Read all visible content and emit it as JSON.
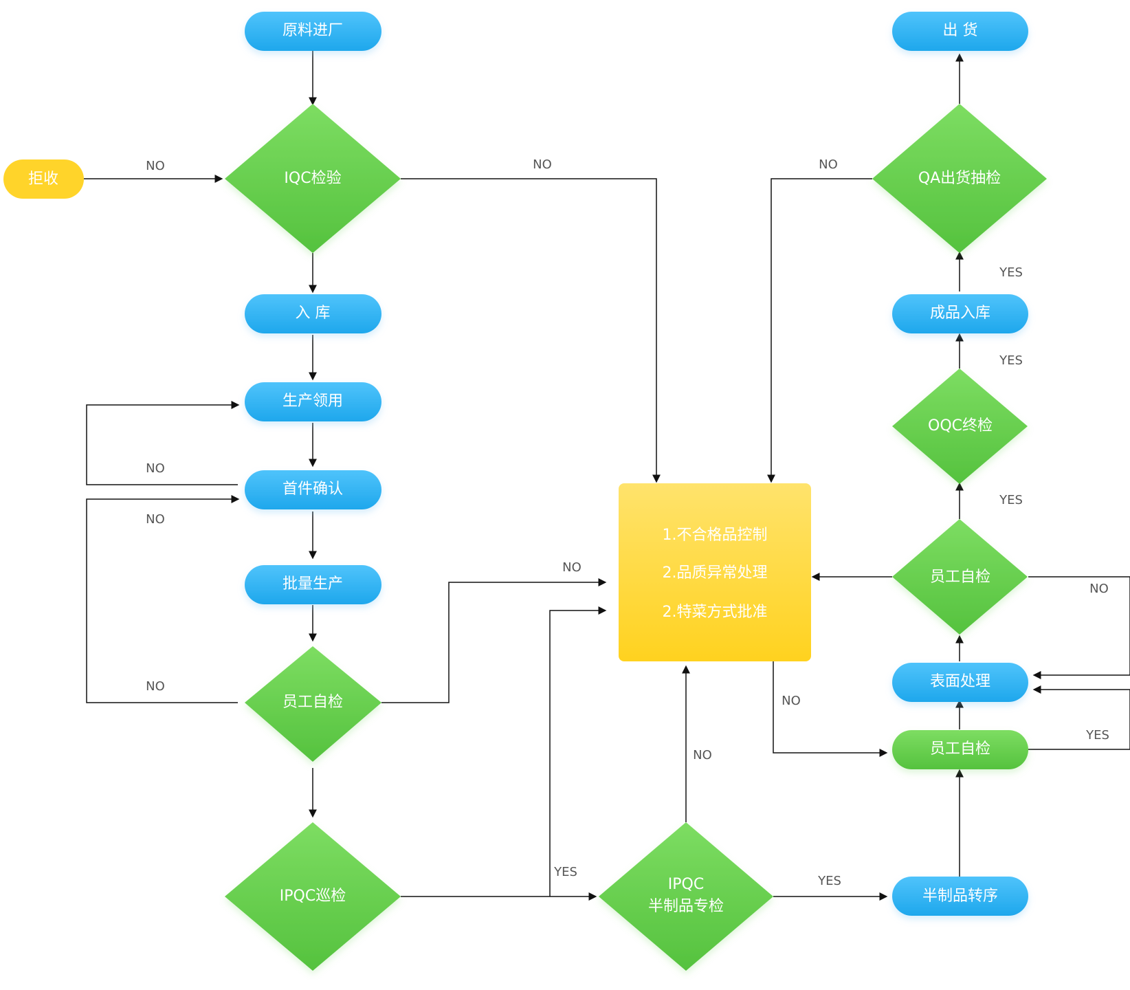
{
  "colors": {
    "blue_top": "#4fc3fb",
    "blue_bottom": "#1ea7ec",
    "green_top": "#7ddd62",
    "green_bottom": "#55c23e",
    "yellow_top": "#ffe36c",
    "yellow_bottom": "#ffd21f",
    "orange_pill": "#ffd42a",
    "line": "#111111",
    "label": "#555555"
  },
  "nodes": {
    "raw_entry": "原料进厂",
    "shipment": "出  货",
    "reject": "拒收",
    "iqc": "IQC检验",
    "qa_sampling": "QA出货抽检",
    "warehouse_in": "入  库",
    "finished_in": "成品入库",
    "prod_pick": "生产领用",
    "oqc": "OQC终检",
    "first_piece": "首件确认",
    "mass_prod": "批量生产",
    "self_check_left": "员工自检",
    "self_check_right": "员工自检",
    "surface": "表面处理",
    "self_check_bottom": "员工自检",
    "ipqc_patrol": "IPQC巡检",
    "ipqc_special_line1": "IPQC",
    "ipqc_special_line2": "半制品专检",
    "semi_transfer": "半制品转序"
  },
  "center_box": {
    "line1": "1.不合格品控制",
    "line2": "2.品质异常处理",
    "line3": "2.特菜方式批准"
  },
  "labels": {
    "reject_no": "NO",
    "iqc_no": "NO",
    "qa_no": "NO",
    "yes_finished": "YES",
    "yes_oqc": "YES",
    "yes_self_right": "YES",
    "first_piece_no": "NO",
    "mass_no": "NO",
    "self_left_no": "NO",
    "self_left_to_center_no": "NO",
    "self_right_no": "NO",
    "center_no": "NO",
    "special_no": "NO",
    "patrol_yes": "YES",
    "special_yes": "YES",
    "bottom_yes": "YES"
  }
}
